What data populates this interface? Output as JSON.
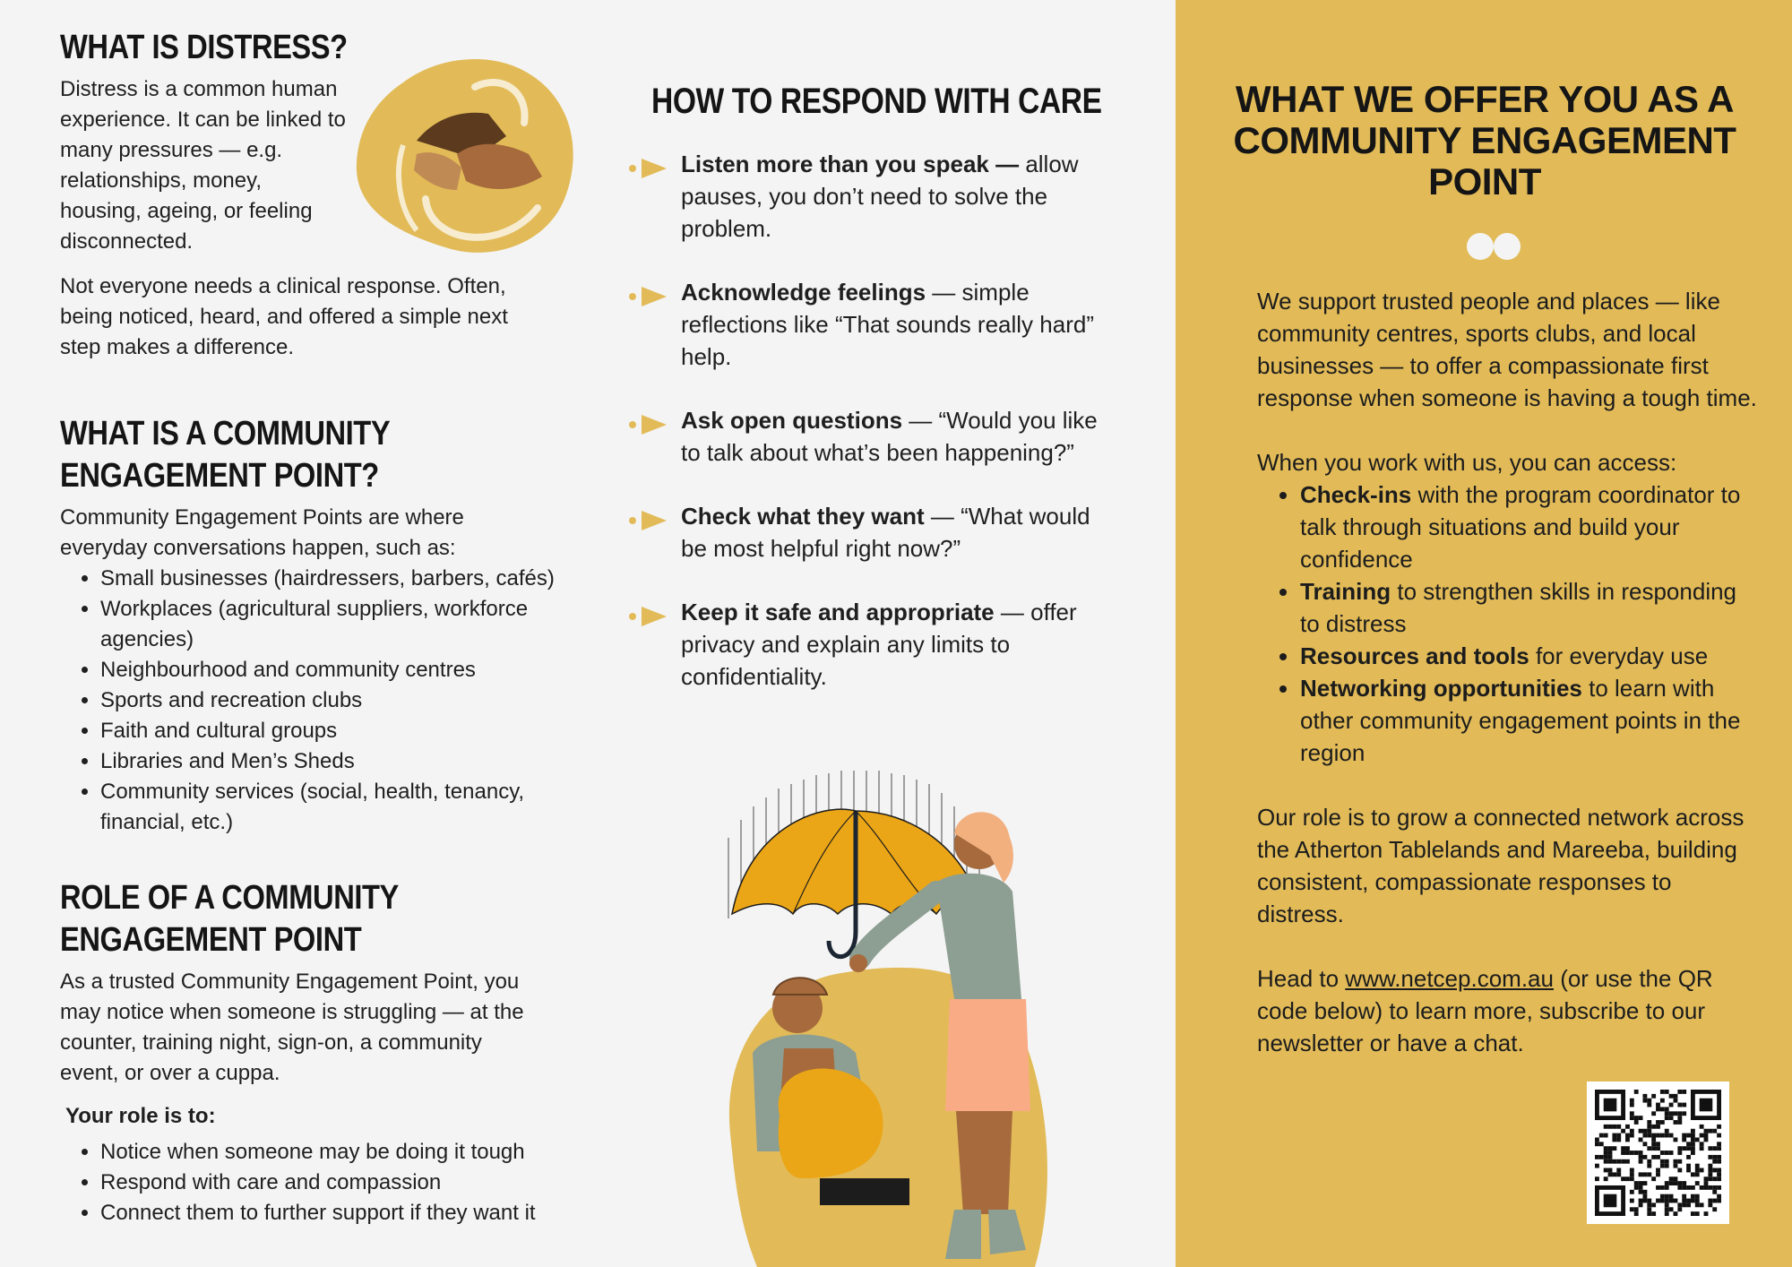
{
  "distress": {
    "heading": "WHAT IS DISTRESS?",
    "p1": "Distress is a common human experience. It can be linked to many pressures — e.g. relationships, money, housing, ageing, or feeling disconnected.",
    "p2": "Not everyone needs a clinical response. Often, being noticed, heard, and offered a simple next step makes a difference."
  },
  "cep": {
    "heading": "WHAT IS A COMMUNITY ENGAGEMENT POINT?",
    "intro": "Community Engagement Points are where everyday conversations happen, such as:",
    "items": [
      "Small businesses (hairdressers, barbers, cafés)",
      "Workplaces (agricultural suppliers, workforce agencies)",
      "Neighbourhood and community centres",
      "Sports and recreation clubs",
      "Faith and cultural groups",
      "Libraries and Men’s Sheds",
      "Community services (social, health, tenancy, financial, etc.)"
    ]
  },
  "role": {
    "heading": "ROLE OF A COMMUNITY ENGAGEMENT POINT",
    "intro": "As a trusted Community Engagement Point, you may notice when someone is struggling — at the counter, training night, sign-on, a community event, or over a cuppa.",
    "subheading": "Your role is to:",
    "items": [
      "Notice when someone may be doing it tough",
      "Respond with care and compassion",
      "Connect them to further support if they want it"
    ]
  },
  "respond": {
    "heading": "HOW TO RESPOND WITH CARE",
    "tips": [
      {
        "bold": "Listen more than you speak —",
        "text": " allow pauses, you don’t need to solve the problem."
      },
      {
        "bold": "Acknowledge feelings",
        "text": " — simple reflections like “That sounds really hard” help."
      },
      {
        "bold": "Ask open questions",
        "text": " — “Would you like to talk about what’s been happening?”"
      },
      {
        "bold": "Check what they want",
        "text": " — “What would be most helpful right now?”"
      },
      {
        "bold": "Keep it safe and appropriate",
        "text": " — offer privacy and explain any limits to confidentiality."
      }
    ]
  },
  "offer": {
    "heading": "WHAT WE OFFER YOU AS A COMMUNITY ENGAGEMENT POINT",
    "p1": "We support trusted people and places — like community centres, sports clubs, and local businesses — to offer a compassionate first response when someone is having a tough time.",
    "access_intro": "When you work with us, you can access:",
    "items": [
      {
        "bold": "Check-ins",
        "text": " with the program coordinator to talk through situations and build your confidence"
      },
      {
        "bold": "Training",
        "text": " to strengthen skills in responding to distress"
      },
      {
        "bold": "Resources and tools",
        "text": " for everyday use"
      },
      {
        "bold": "Networking opportunities",
        "text": " to learn with other community engagement points in the region"
      }
    ],
    "p3": "Our role is to grow a connected network across the Atherton Tablelands and Mareeba, building consistent, compassionate responses to distress.",
    "p4_pre": "Head to ",
    "p4_link": "www.netcep.com.au",
    "p4_post": " (or use the QR code below) to learn more, subscribe to our newsletter or have a chat."
  },
  "colors": {
    "accent": "#e2bb58",
    "background": "#f4f4f4",
    "text": "#1c1c1c"
  },
  "icons": {
    "handshake": "handshake-icon",
    "arrow": "arrow-bullet-icon",
    "quote": "quote-icon",
    "umbrella": "umbrella-illustration",
    "qr": "qr-code"
  }
}
